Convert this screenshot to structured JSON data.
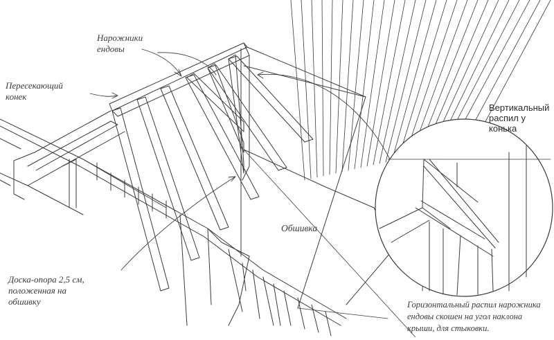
{
  "labels": {
    "valley_jacks": [
      "Нарожники",
      "ендовы"
    ],
    "intersecting_ridge": [
      "Пересекающий",
      "конек"
    ],
    "sheathing": "Обшивка",
    "ledger_board": [
      "Доска-опора 2,5 см,",
      "положенная на",
      "обшивку"
    ],
    "vertical_cut": [
      "Вертикальный",
      "распил у",
      "конька"
    ],
    "horizontal_cut": [
      "Горизонтальный распил нарожника",
      "ендовы скошен на угол наклона",
      "крыши, для стыковки."
    ]
  },
  "colors": {
    "ink": "#3a3a3a",
    "paper": "#ffffff"
  }
}
